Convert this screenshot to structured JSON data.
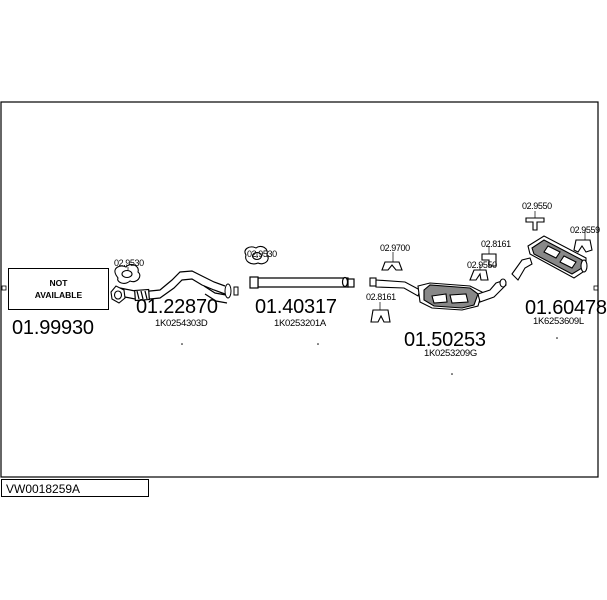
{
  "not_available_box": {
    "line1": "NOT",
    "line2": "AVAILABLE"
  },
  "parts": [
    {
      "number": "01.99930",
      "oem": ""
    },
    {
      "number": "01.22870",
      "oem": "1K0254303D"
    },
    {
      "number": "01.40317",
      "oem": "1K0253201A"
    },
    {
      "number": "01.50253",
      "oem": "1K0253209G"
    },
    {
      "number": "01.60478",
      "oem": "1K6253609L"
    }
  ],
  "fittings": [
    "02.9530",
    "02.9530",
    "02.9700",
    "02.8161",
    "02.8161",
    "02.9550",
    "02.9550",
    "02.9559"
  ],
  "reference": "VW0018259A"
}
